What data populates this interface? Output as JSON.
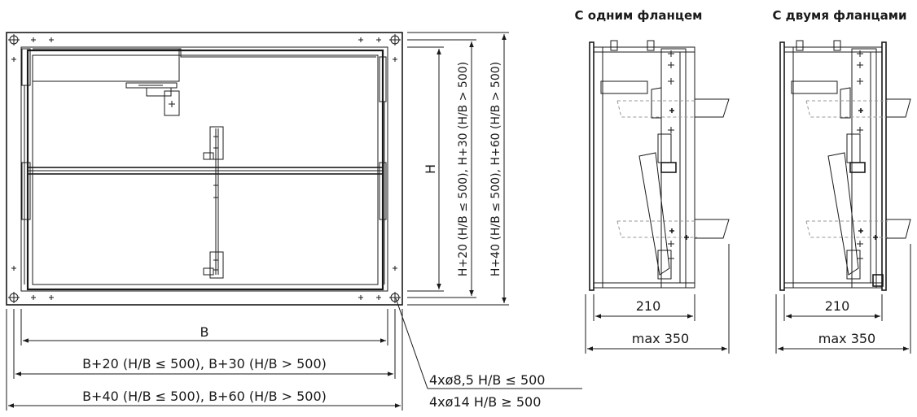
{
  "side_views": {
    "single_flange_title": "С одним фланцем",
    "double_flange_title": "С двумя фланцами",
    "single_depth": "210",
    "single_max": "max 350",
    "double_depth": "210",
    "double_max": "max 350"
  },
  "front_view": {
    "width_label": "B",
    "width_label_2": "B+20 (H/B ≤ 500), B+30 (H/B > 500)",
    "width_label_3": "B+40 (H/B ≤ 500), B+60 (H/B > 500)",
    "height_label": "H",
    "height_label_2": "H+20 (H/B ≤ 500), H+30 (H/B > 500)",
    "height_label_3": "H+40 (H/B ≤ 500), H+60 (H/B > 500)",
    "holes_note_1": "4xø8,5 H/B ≤ 500",
    "holes_note_2": "4xø14 H/B ≥ 500"
  }
}
